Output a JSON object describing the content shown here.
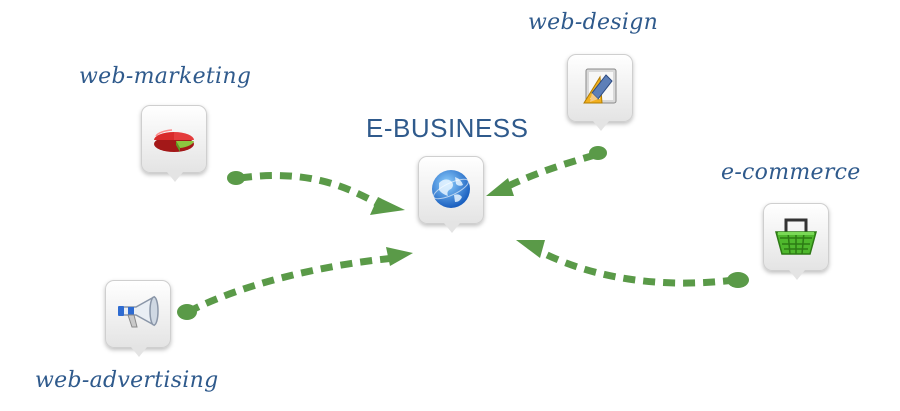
{
  "diagram": {
    "center": {
      "title": "E-BUSINESS",
      "icon": "globe-icon"
    },
    "nodes": [
      {
        "id": "web-marketing",
        "label": "web-marketing",
        "icon": "pie-chart-icon"
      },
      {
        "id": "web-design",
        "label": "web-design",
        "icon": "design-tools-icon"
      },
      {
        "id": "e-commerce",
        "label": "e-commerce",
        "icon": "shopping-basket-icon"
      },
      {
        "id": "web-advertising",
        "label": "web-advertising",
        "icon": "megaphone-icon"
      }
    ],
    "edges": [
      {
        "from": "web-marketing",
        "to": "E-BUSINESS"
      },
      {
        "from": "web-design",
        "to": "E-BUSINESS"
      },
      {
        "from": "e-commerce",
        "to": "E-BUSINESS"
      },
      {
        "from": "web-advertising",
        "to": "E-BUSINESS"
      }
    ],
    "colors": {
      "arrow": "#5a9a48",
      "label": "#2f5a8c"
    }
  }
}
